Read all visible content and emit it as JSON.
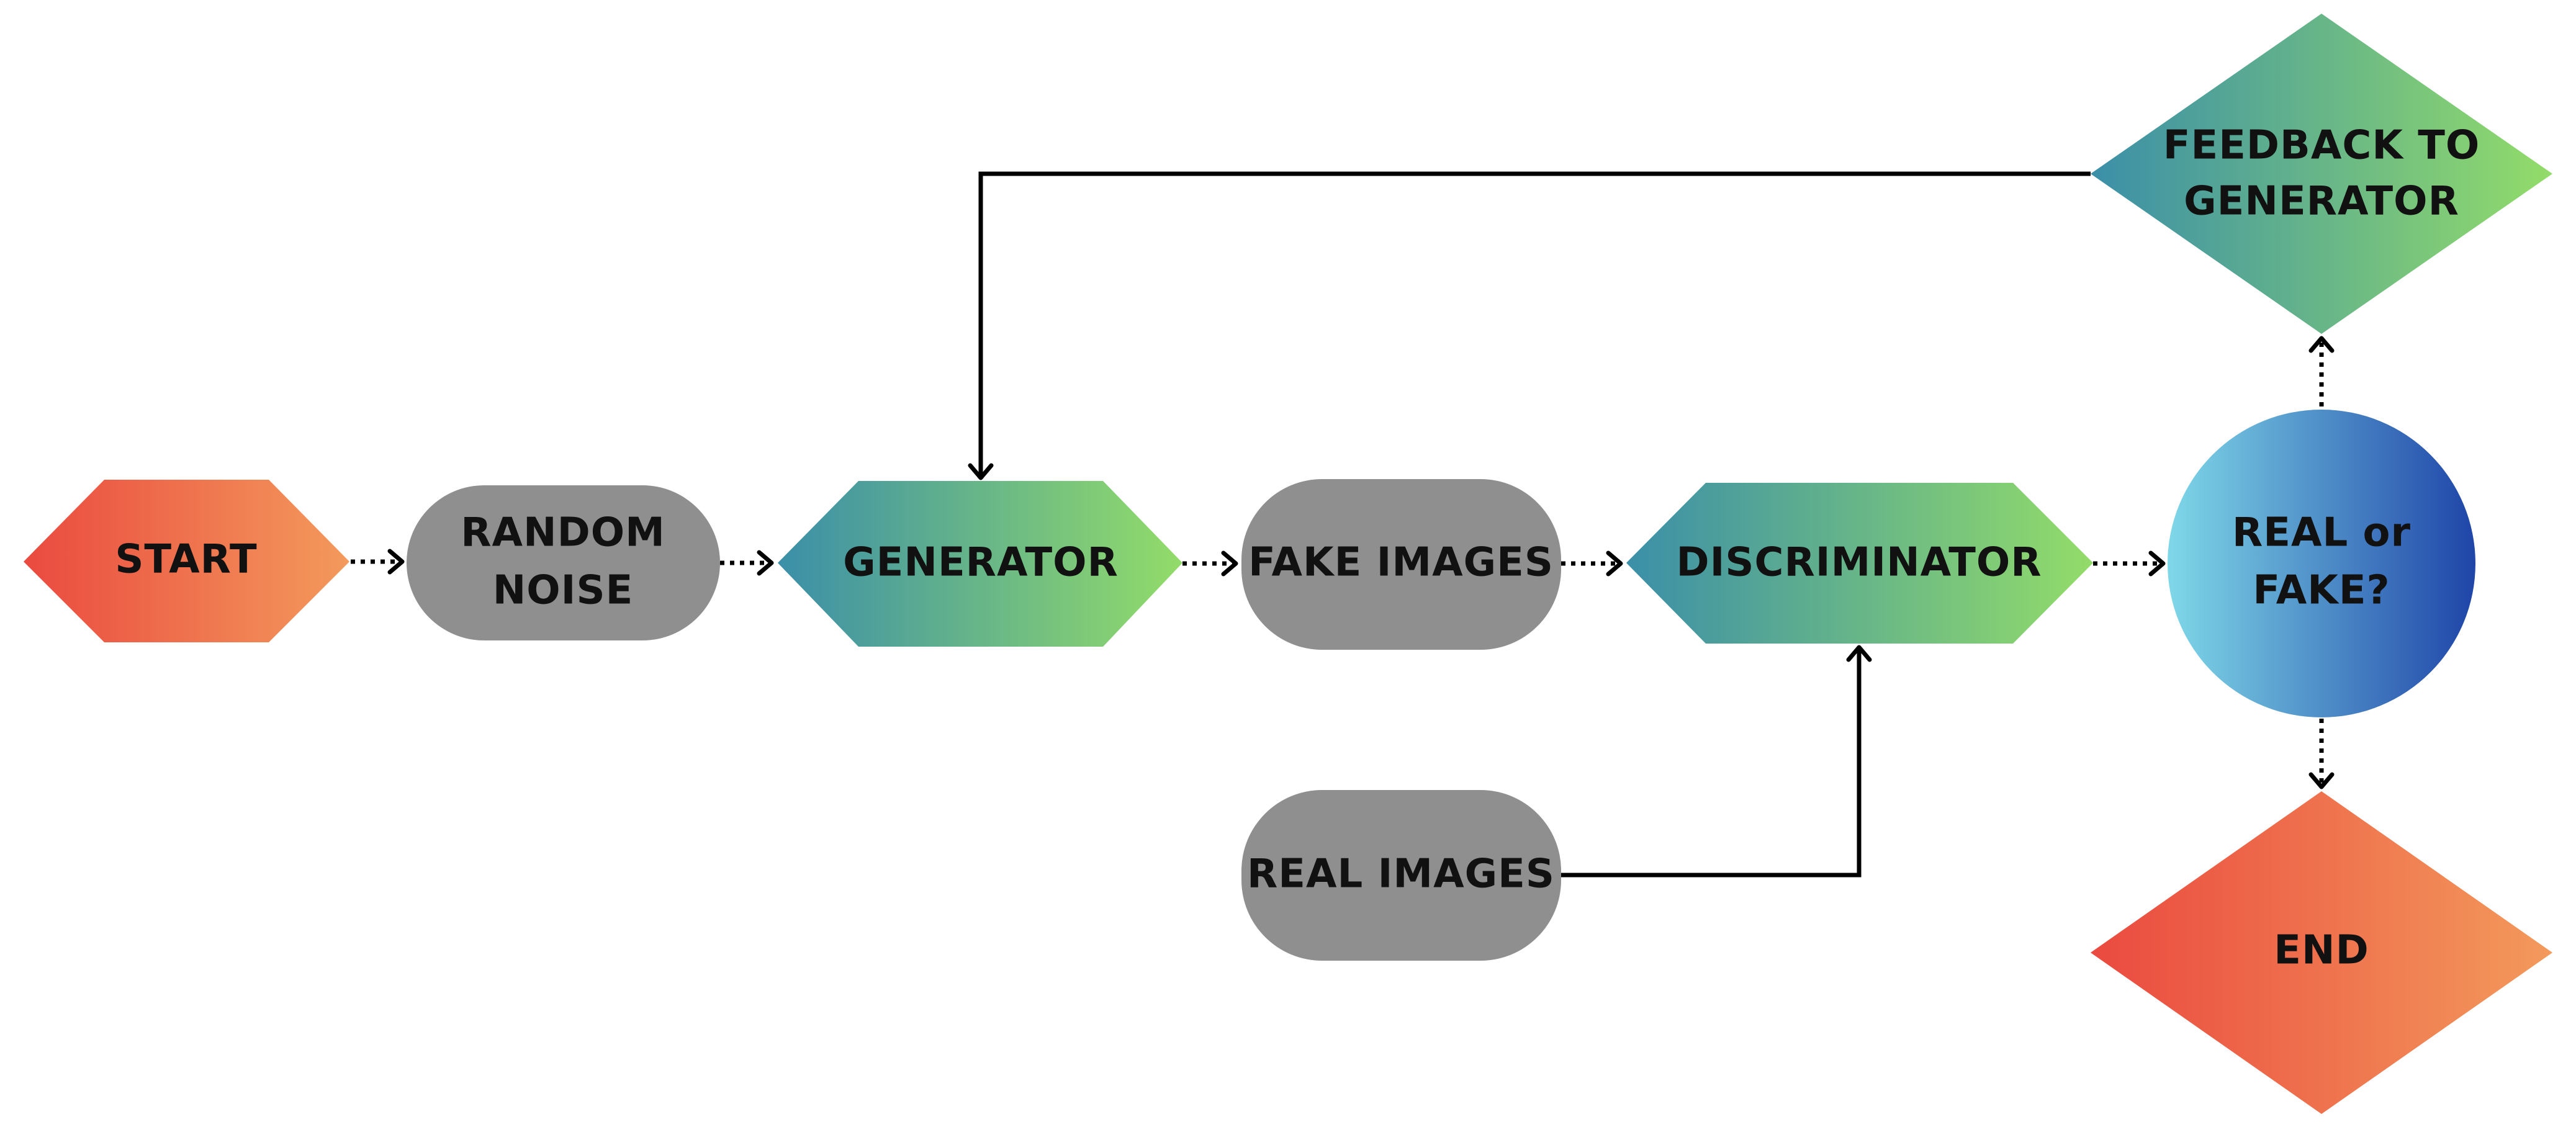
{
  "diagram": {
    "nodes": {
      "start": {
        "label": "START"
      },
      "random_noise": {
        "line1": "RANDOM",
        "line2": "NOISE"
      },
      "generator": {
        "label": "GENERATOR"
      },
      "fake_images": {
        "label": "FAKE IMAGES"
      },
      "discriminator": {
        "label": "DISCRIMINATOR"
      },
      "real_or_fake": {
        "line1": "REAL or",
        "line2": "FAKE?"
      },
      "feedback": {
        "line1": "FEEDBACK TO",
        "line2": "GENERATOR"
      },
      "real_images": {
        "label": "REAL IMAGES"
      },
      "end": {
        "label": "END"
      }
    },
    "edges": [
      {
        "from": "START",
        "to": "RANDOM NOISE",
        "style": "dotted"
      },
      {
        "from": "RANDOM NOISE",
        "to": "GENERATOR",
        "style": "dotted"
      },
      {
        "from": "GENERATOR",
        "to": "FAKE IMAGES",
        "style": "dotted"
      },
      {
        "from": "FAKE IMAGES",
        "to": "DISCRIMINATOR",
        "style": "dotted"
      },
      {
        "from": "DISCRIMINATOR",
        "to": "REAL or FAKE?",
        "style": "dotted"
      },
      {
        "from": "REAL or FAKE?",
        "to": "FEEDBACK TO GENERATOR",
        "style": "dotted"
      },
      {
        "from": "REAL or FAKE?",
        "to": "END",
        "style": "dotted"
      },
      {
        "from": "FEEDBACK TO GENERATOR",
        "to": "GENERATOR",
        "style": "solid"
      },
      {
        "from": "REAL IMAGES",
        "to": "DISCRIMINATOR",
        "style": "solid"
      }
    ],
    "colors": {
      "orange_start": "#ea4a3f",
      "orange_end": "#f39a5c",
      "teal_start": "#3b8fa8",
      "green_end": "#93dc69",
      "gray_node": "#8f8f8f",
      "circle_light": "#7fd8e8",
      "circle_dark": "#1f45a8"
    }
  }
}
